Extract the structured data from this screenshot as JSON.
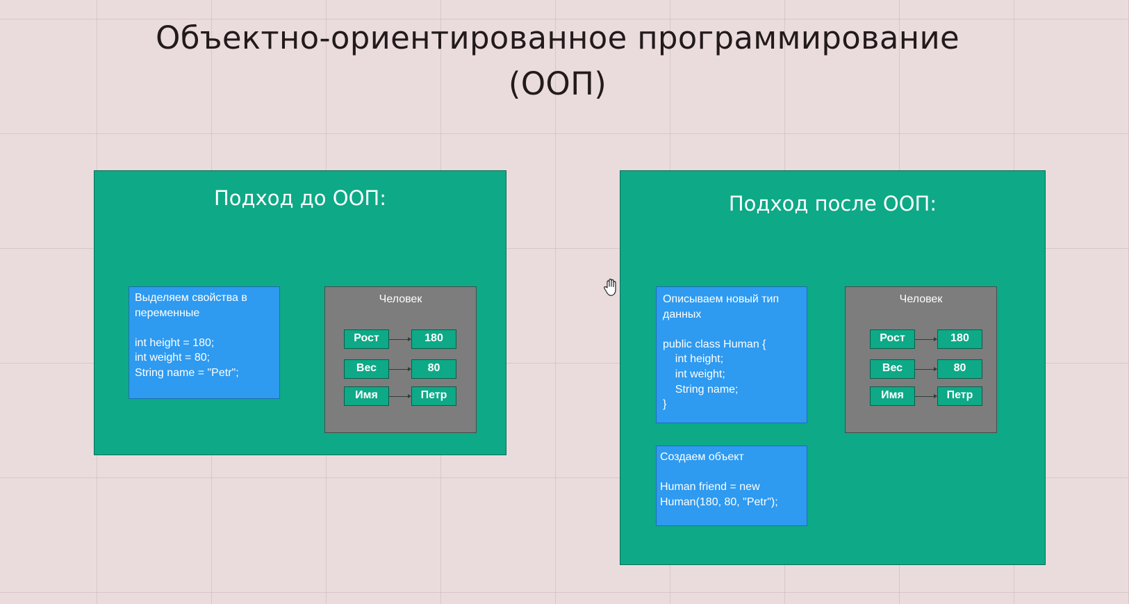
{
  "title": {
    "line1": "Объектно-ориентированное программирование",
    "line2": "(ООП)"
  },
  "left_panel": {
    "title": "Подход до ООП:",
    "note": "Выделяем свойства в\nпеременные\n\nint height = 180;\nint weight = 80;\nString name = \"Petr\";",
    "object": {
      "title": "Человек",
      "rows": [
        {
          "key": "Рост",
          "value": "180"
        },
        {
          "key": "Вес",
          "value": "80"
        },
        {
          "key": "Имя",
          "value": "Петр"
        }
      ]
    }
  },
  "right_panel": {
    "title": "Подход после ООП:",
    "note_class": "Описываем новый тип\nданных\n\npublic class Human {\n    int height;\n    int weight;\n    String name;\n}",
    "note_object": "Создаем объект\n\nHuman friend = new\nHuman(180, 80, \"Petr\");",
    "object": {
      "title": "Человек",
      "rows": [
        {
          "key": "Рост",
          "value": "180"
        },
        {
          "key": "Вес",
          "value": "80"
        },
        {
          "key": "Имя",
          "value": "Петр"
        }
      ]
    }
  },
  "colors": {
    "panel": "#0ea987",
    "note": "#2e9af0",
    "object": "#7d7d7d",
    "background": "#eadcdd"
  },
  "icons": [
    "hand-cursor-icon"
  ]
}
